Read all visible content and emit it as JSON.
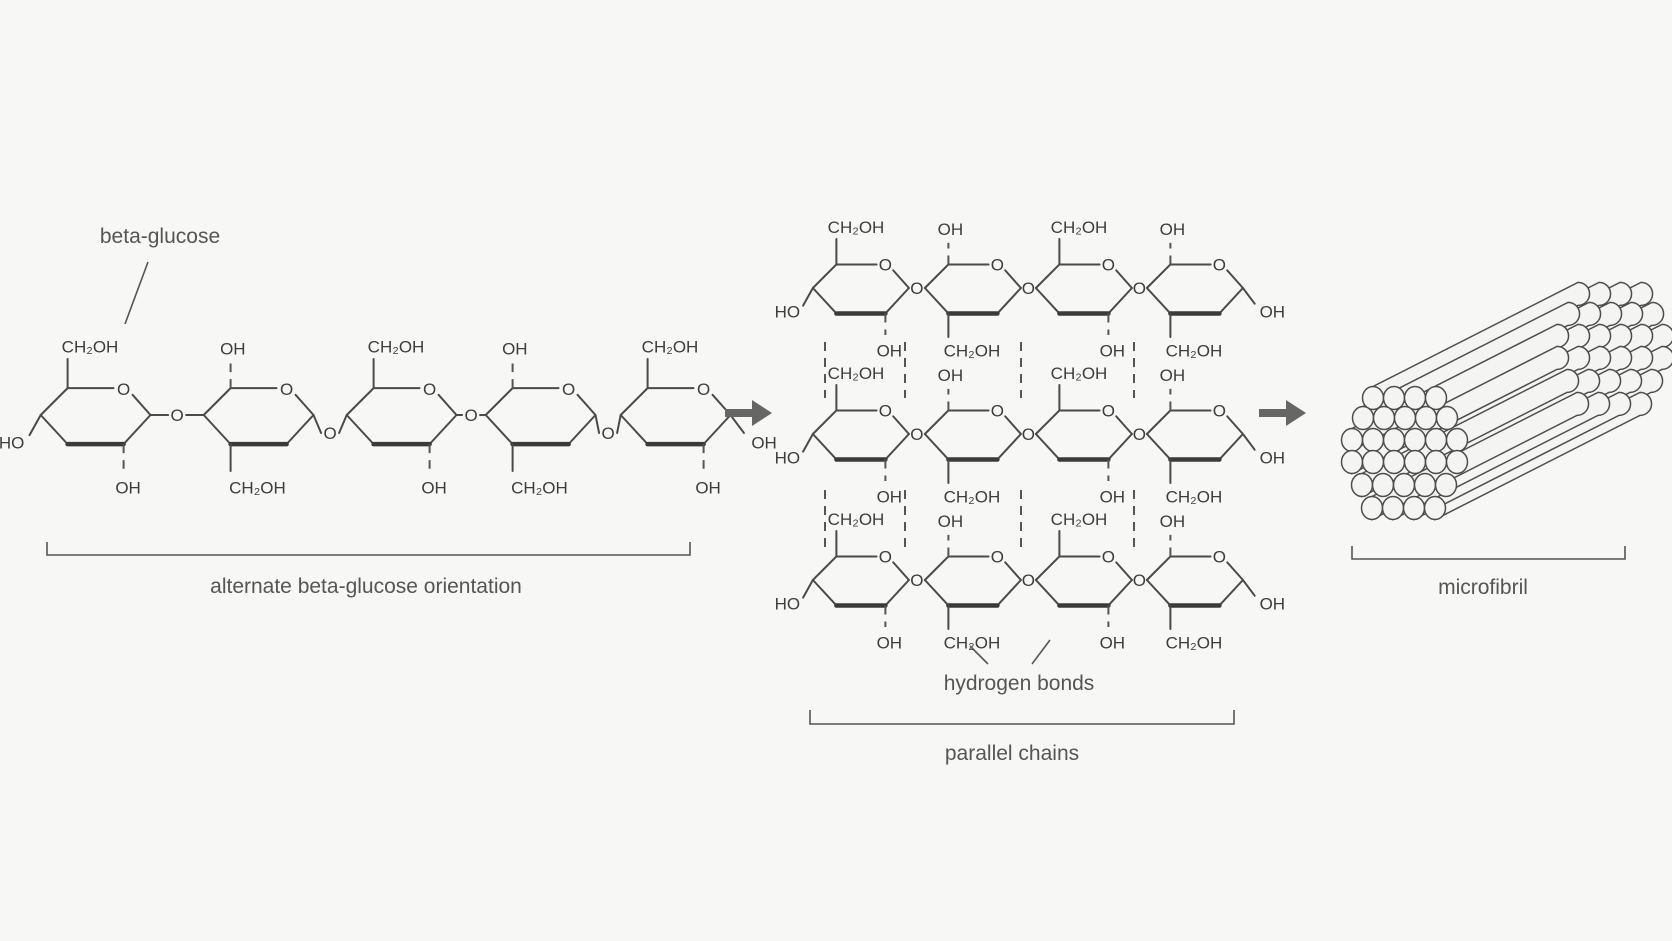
{
  "captions": {
    "monomer_label": "beta-glucose",
    "chain_label": "alternate beta-glucose orientation",
    "hbond_label": "hydrogen bonds",
    "parallel_label": "parallel chains",
    "fibril_label": "microfibril"
  },
  "chem": {
    "hydroxymethyl": "CH₂OH",
    "hydroxyl": "OH",
    "hydroxyl_left": "HO",
    "ring_oxygen": "O",
    "linkage_oxygen": "O"
  },
  "colors": {
    "ink": "#4a4a4a",
    "arrow": "#666666",
    "background": "#f7f7f6"
  },
  "icons": {
    "process_arrow": "right-arrow-icon",
    "microfibril": "rod-bundle-icon"
  }
}
